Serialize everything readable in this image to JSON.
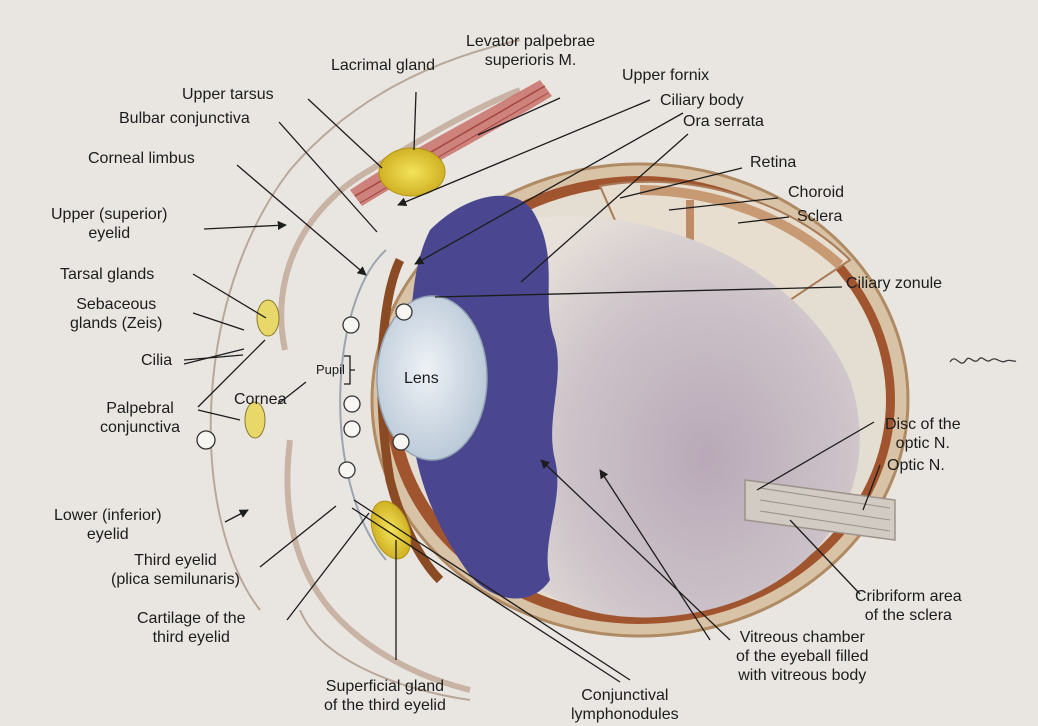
{
  "labels": {
    "lacrimal_gland": "Lacrimal gland",
    "levator": "Levator palpebrae\nsuperioris M.",
    "upper_fornix": "Upper fornix",
    "upper_tarsus": "Upper tarsus",
    "ciliary_body": "Ciliary body",
    "bulbar_conjunctiva": "Bulbar conjunctiva",
    "ora_serrata": "Ora serrata",
    "corneal_limbus": "Corneal limbus",
    "retina": "Retina",
    "choroid": "Choroid",
    "upper_eyelid": "Upper (superior)\neyelid",
    "sclera": "Sclera",
    "tarsal_glands": "Tarsal glands",
    "ciliary_zonule": "Ciliary zonule",
    "sebaceous_glands": "Sebaceous\nglands (Zeis)",
    "cilia": "Cilia",
    "pupil": "Pupil",
    "lens": "Lens",
    "palpebral_conjunctiva": "Palpebral\nconjunctiva",
    "cornea": "Cornea",
    "disc_optic": "Disc of the\noptic N.",
    "optic_n": "Optic N.",
    "lower_eyelid": "Lower (inferior)\neyelid",
    "third_eyelid": "Third eyelid\n(plica semilunaris)",
    "cartilage_third": "Cartilage of the\nthird eyelid",
    "cribriform": "Cribriform area\nof the sclera",
    "vitreous": "Vitreous chamber\nof the eyeball filled\nwith vitreous body",
    "superficial_gland": "Superficial gland\nof the third eyelid",
    "conj_lymph": "Conjunctival\nlymphonodules"
  },
  "colors": {
    "page": "#e9e6e1",
    "sclera": "#d9c3a6",
    "choroid": "#a0552f",
    "retina": "#e4ddd2",
    "vitreous": "#c7bdc7",
    "ciliary_blue": "#4a4790",
    "lens": "#cfd8e2",
    "gland_yellow": "#e8d43a",
    "muscle_red": "#c9706a",
    "leader": "#1c1c1c"
  },
  "icons": {
    "signature": "artist-signature"
  }
}
